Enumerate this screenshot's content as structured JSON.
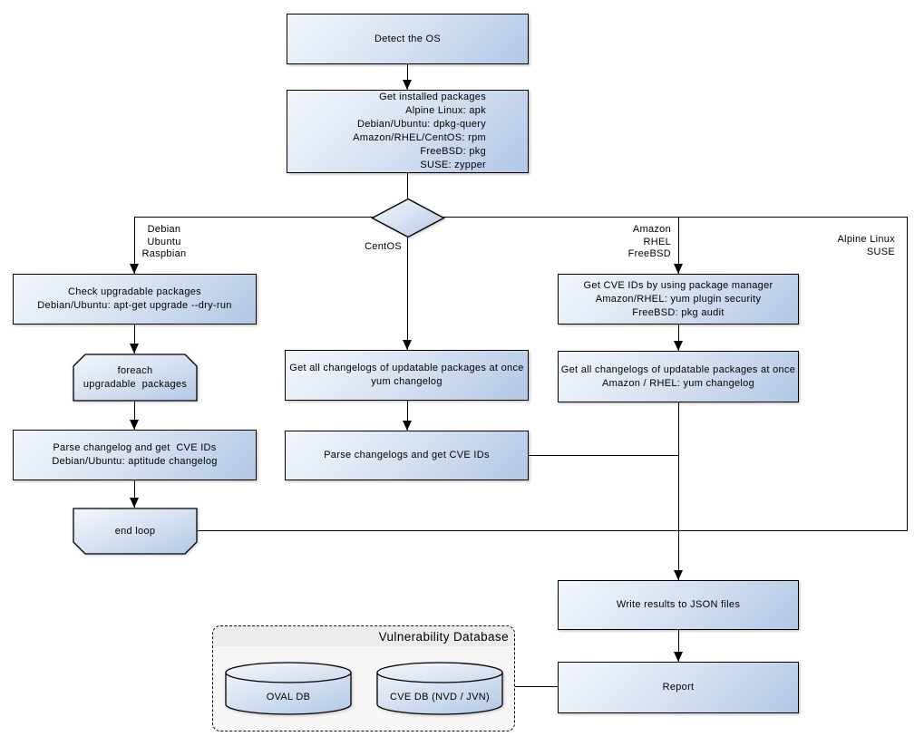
{
  "colors": {
    "node_fill_light": "#f3f7fc",
    "node_fill_dark": "#b2c8e6",
    "node_border": "#000000",
    "connector": "#000000",
    "group_fill": "#f7f7f7",
    "group_header_fill": "#ececec"
  },
  "nodes": {
    "detect_os": {
      "lines": [
        "Detect the OS"
      ]
    },
    "get_installed_packages": {
      "lines": [
        "Get installed packages",
        "Alpine Linux: apk",
        "Debian/Ubuntu: dpkg-query",
        "Amazon/RHEL/CentOS: rpm",
        "FreeBSD: pkg",
        "SUSE: zypper"
      ]
    },
    "check_upgradable": {
      "lines": [
        "Check upgradable packages",
        "Debian/Ubuntu: apt-get upgrade --dry-run"
      ]
    },
    "foreach_loop": {
      "lines": [
        "foreach",
        "upgradable  packages"
      ]
    },
    "parse_changelog_debian": {
      "lines": [
        "Parse changelog and get  CVE IDs",
        "Debian/Ubuntu: aptitude changelog"
      ]
    },
    "end_loop": {
      "lines": [
        "end loop"
      ]
    },
    "get_changelogs_centos": {
      "lines": [
        "Get all changelogs of updatable packages at once",
        "yum changelog"
      ]
    },
    "parse_changelogs_centos": {
      "lines": [
        "Parse changelogs and get CVE IDs"
      ]
    },
    "get_cve_ids_pkg_manager": {
      "lines": [
        "Get CVE IDs by using package manager",
        "Amazon/RHEL: yum plugin security",
        "FreeBSD: pkg audit"
      ]
    },
    "get_changelogs_amazon": {
      "lines": [
        "Get all changelogs of updatable packages at once",
        "Amazon / RHEL: yum changelog"
      ]
    },
    "write_results": {
      "lines": [
        "Write results to JSON files"
      ]
    },
    "report": {
      "lines": [
        "Report"
      ]
    },
    "vuln_db_group": {
      "title": "Vulnerability Database"
    },
    "oval_db": {
      "label": "OVAL DB"
    },
    "cve_db": {
      "label": "CVE DB (NVD / JVN)"
    }
  },
  "branch_labels": {
    "debian": {
      "lines": [
        "Debian",
        "Ubuntu",
        "Raspbian"
      ]
    },
    "centos": {
      "lines": [
        "CentOS"
      ]
    },
    "amazon": {
      "lines": [
        "Amazon",
        "RHEL",
        "FreeBSD"
      ]
    },
    "alpine": {
      "lines": [
        "Alpine Linux",
        "SUSE"
      ]
    }
  }
}
